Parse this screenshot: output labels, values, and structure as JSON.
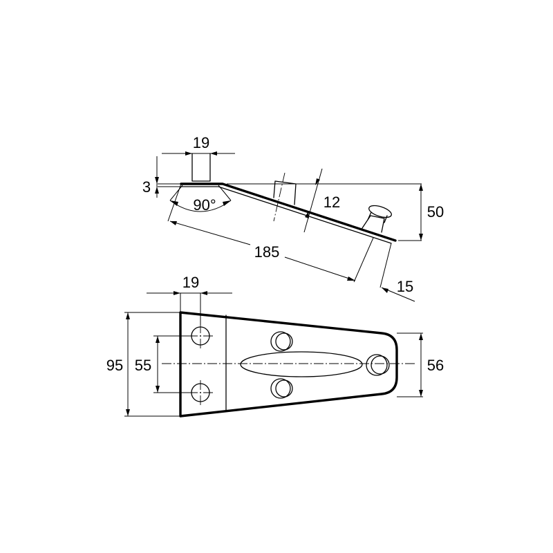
{
  "side_view": {
    "dims": {
      "width_top": "19",
      "thickness": "3",
      "angle": "90°",
      "hole_offset": "12",
      "height": "50",
      "length": "185",
      "end_offset": "15"
    }
  },
  "top_view": {
    "dims": {
      "hole_spacing_width": "19",
      "overall_width": "95",
      "hole_spacing": "55",
      "end_width": "56"
    }
  }
}
